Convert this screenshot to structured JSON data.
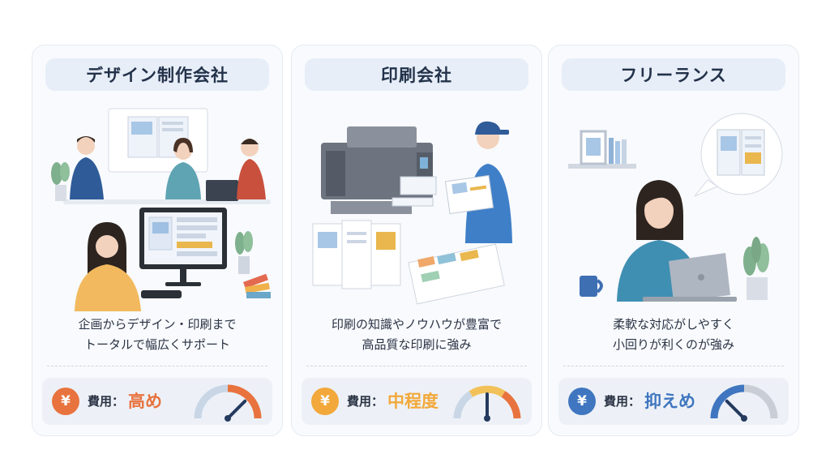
{
  "cards": [
    {
      "title": "デザイン制作会社",
      "desc": [
        "企画からデザイン・印刷まで",
        "トータルで幅広くサポート"
      ],
      "cost_label": "費用：",
      "cost_value": "高め",
      "accent": "#e8733f",
      "gauge_level": 0.75
    },
    {
      "title": "印刷会社",
      "desc": [
        "印刷の知識やノウハウが豊富で",
        "高品質な印刷に強み"
      ],
      "cost_label": "費用：",
      "cost_value": "中程度",
      "accent": "#f2a83a",
      "gauge_level": 0.5
    },
    {
      "title": "フリーランス",
      "desc": [
        "柔軟な対応がしやすく",
        "小回りが利くのが強み"
      ],
      "cost_label": "費用：",
      "cost_value": "抑えめ",
      "accent": "#3f76bf",
      "gauge_level": 0.25
    }
  ],
  "icons": {
    "currency": "yen-icon",
    "gauge": "gauge-icon"
  },
  "currency_symbol": "¥"
}
